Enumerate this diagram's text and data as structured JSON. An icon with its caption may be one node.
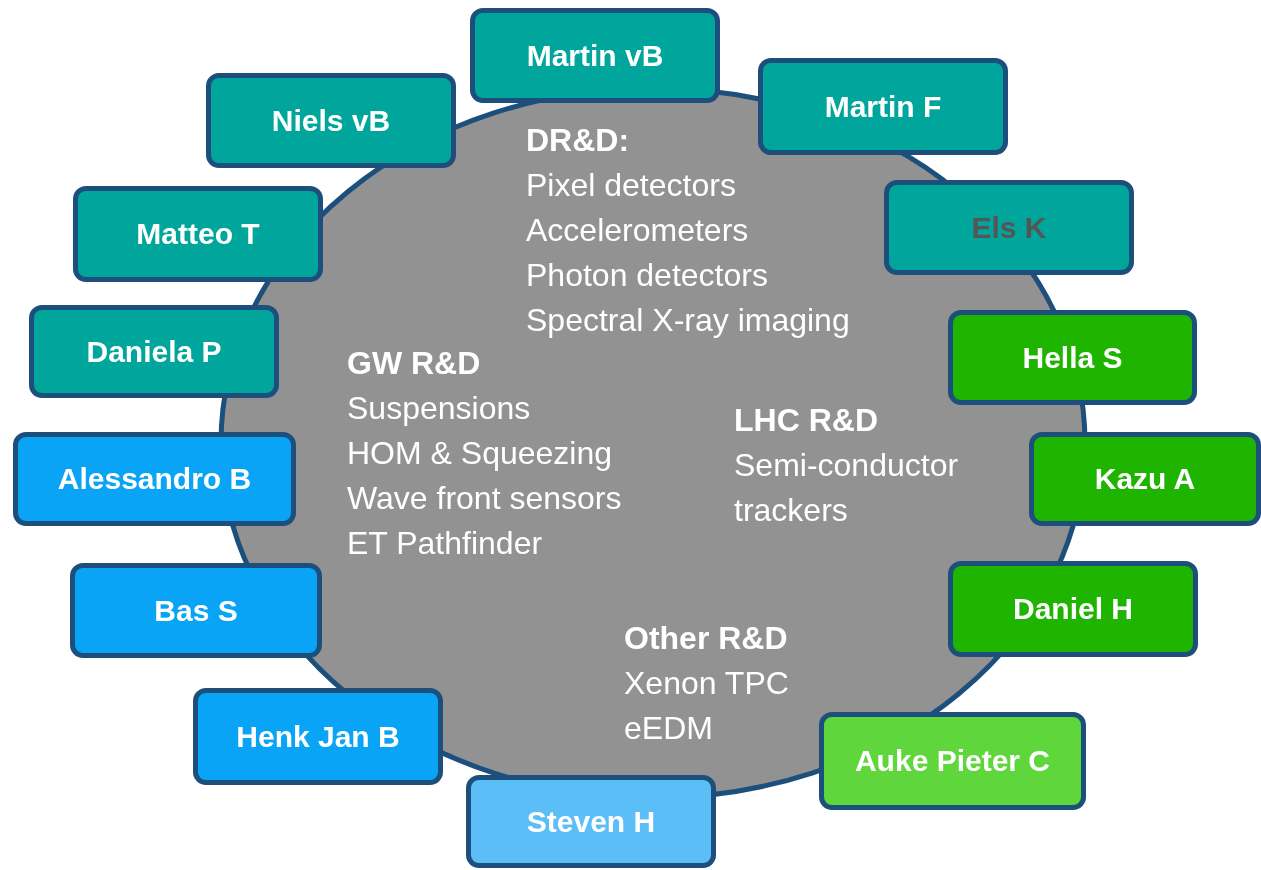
{
  "diagram": {
    "nodes": [
      {
        "text": [
          "DR&D:",
          "Pixel detectors",
          "Accelerometers",
          "Photon detectors",
          "Spectral X-ray imaging",
          "GW R&D",
          "Suspensions",
          "HOM & Squeezing",
          "Wave front sensors",
          "ET Pathfinder",
          "LHC R&D",
          "Semi-conductor",
          "trackers",
          "Other R&D",
          "Xenon TPC",
          "eEDM"
        ]
      },
      {
        "text": [
          "Martin vB"
        ]
      },
      {
        "text": [
          "Martin F"
        ]
      },
      {
        "text": [
          "Niels vB"
        ]
      },
      {
        "text": [
          "Els K"
        ]
      },
      {
        "text": [
          "Matteo T"
        ]
      },
      {
        "text": [
          "Daniela P"
        ]
      },
      {
        "text": [
          "Hella S"
        ]
      },
      {
        "text": [
          "Alessandro B"
        ]
      },
      {
        "text": [
          "Kazu A"
        ]
      },
      {
        "text": [
          "Bas S"
        ]
      },
      {
        "text": [
          "Daniel H"
        ]
      },
      {
        "text": [
          "Henk Jan B"
        ]
      },
      {
        "text": [
          "Auke Pieter C"
        ]
      },
      {
        "text": [
          "Steven H"
        ]
      }
    ]
  }
}
